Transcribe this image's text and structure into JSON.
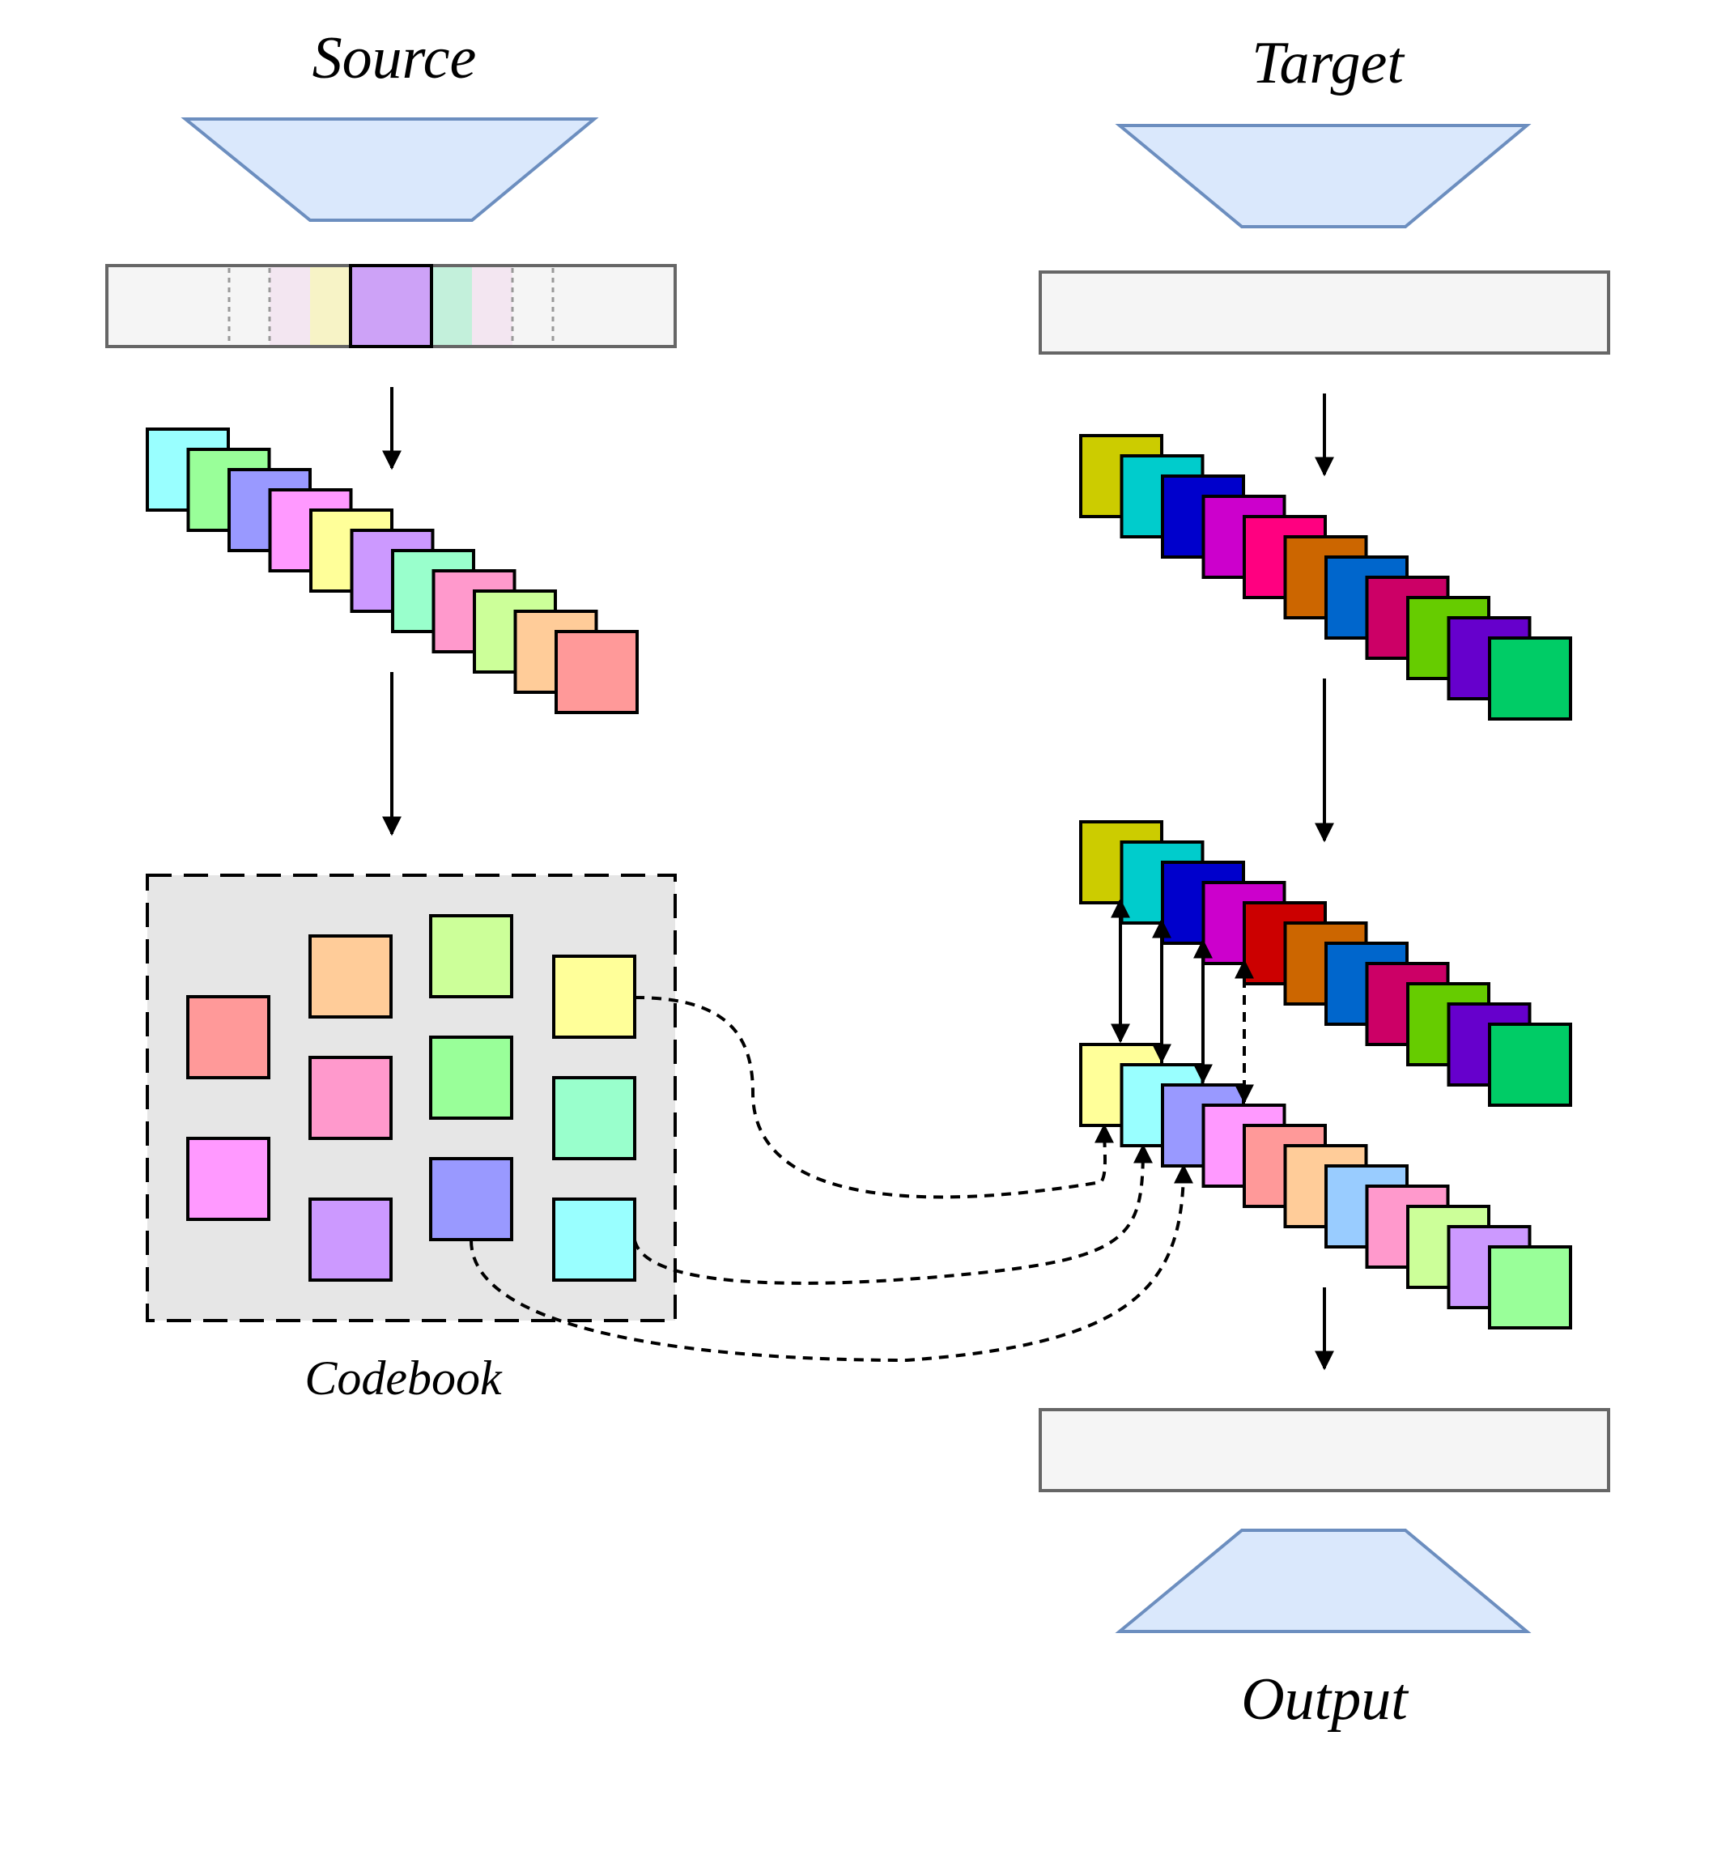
{
  "labels": {
    "source": "Source",
    "target": "Target",
    "codebook": "Codebook",
    "output": "Output"
  },
  "colors": {
    "trapezoid_fill": "#dae8fc",
    "trapezoid_stroke": "#6c8ebf",
    "bar_fill": "#f5f5f5",
    "bar_stroke": "#666666",
    "codebook_fill": "#e6e6e6"
  },
  "source_bar_highlights": [
    "#f3e6f1",
    "#f7f3c6",
    "#cda2f7",
    "#cda2f7",
    "#c3f0db",
    "#f3e6f1"
  ],
  "source_tokens": [
    "#99ffff",
    "#99ff99",
    "#9999ff",
    "#ff99ff",
    "#ffff99",
    "#cc99ff",
    "#99ffcc",
    "#ff99cc",
    "#ccff99",
    "#ffcc99",
    "#ff9999"
  ],
  "target_tokens": [
    "#cccc00",
    "#00cccc",
    "#0000cc",
    "#cc00cc",
    "#ff0080",
    "#cc6600",
    "#0066cc",
    "#cc0066",
    "#66cc00",
    "#6600cc",
    "#00cc66"
  ],
  "target_tokens_lower_stage": [
    "#cccc00",
    "#00cccc",
    "#0000cc",
    "#cc00cc",
    "#cc0000",
    "#cc6600",
    "#0066cc",
    "#cc0066",
    "#66cc00",
    "#6600cc",
    "#00cc66"
  ],
  "quantized_tokens": [
    "#ffff99",
    "#99ffff",
    "#9999ff",
    "#ff99ff",
    "#ff9999",
    "#ffcc99",
    "#99ccff",
    "#ff99cc",
    "#ccff99",
    "#cc99ff",
    "#99ff99"
  ],
  "codebook_entries": [
    "#ffcc99",
    "#ccff99",
    "#ffff99",
    "#ff9999",
    "#ff99cc",
    "#99ff99",
    "#99ffcc",
    "#ff99ff",
    "#cc99ff",
    "#9999ff",
    "#99ffff"
  ]
}
